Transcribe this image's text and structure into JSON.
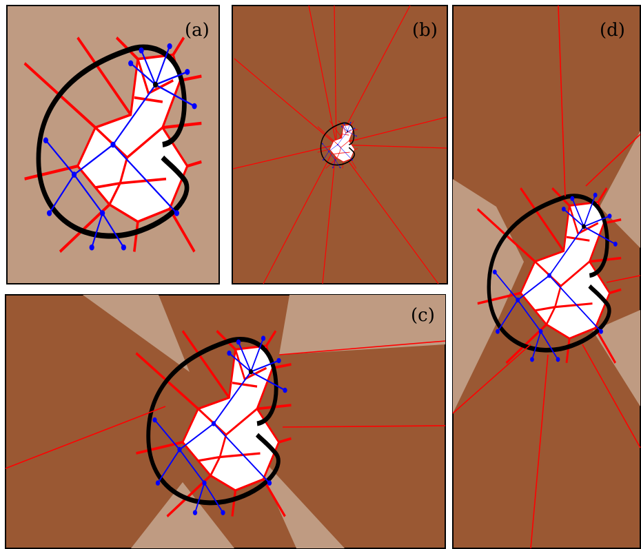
{
  "figure": {
    "panels": [
      {
        "id": "a",
        "label": "(a)"
      },
      {
        "id": "b",
        "label": "(b)"
      },
      {
        "id": "c",
        "label": "(c)"
      },
      {
        "id": "d",
        "label": "(d)"
      }
    ]
  },
  "colors": {
    "light_region": "#bf9b82",
    "dark_region": "#9a5833",
    "inner_region": "#ffffff",
    "voronoi_edge": "#ff0000",
    "tree_edge": "#0000ff",
    "tree_node": "#0000ff",
    "root_node": "#000000",
    "boundary_curve": "#000000"
  }
}
